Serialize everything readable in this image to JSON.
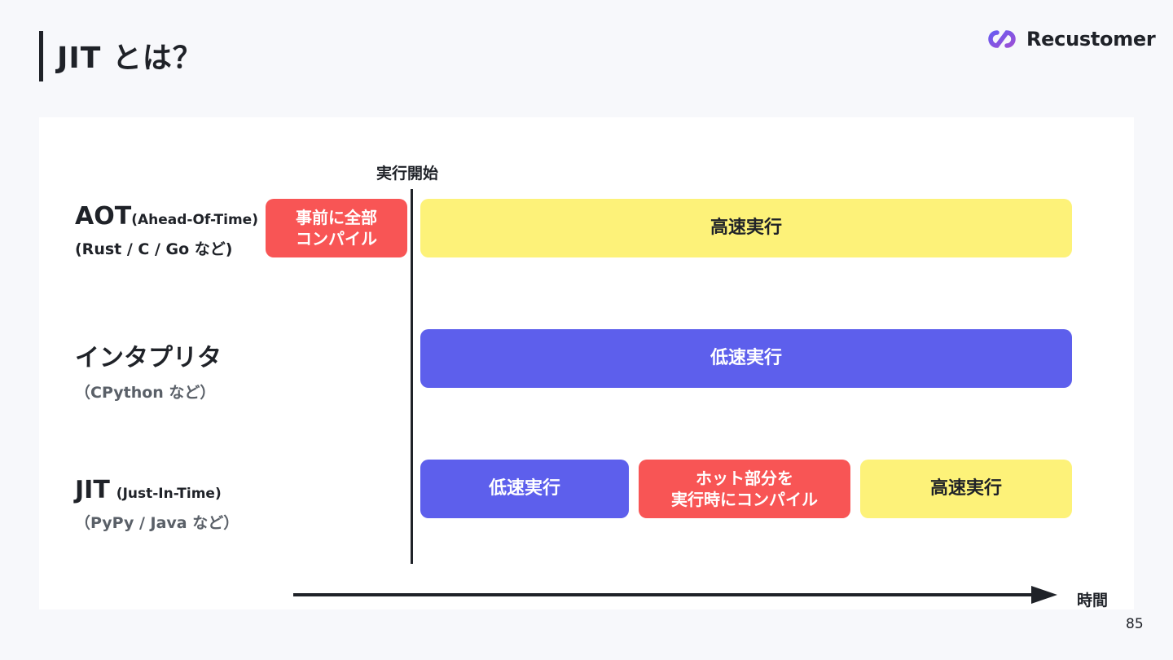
{
  "slide": {
    "title": "JIT とは？",
    "logo_text": "Recustomer",
    "page_number": "85"
  },
  "diagram": {
    "start_label": "実行開始",
    "time_label": "時間",
    "rows": [
      {
        "name": "AOT",
        "name_paren": "(Ahead-Of-Time)",
        "examples": "(Rust / C / Go など)",
        "boxes": [
          {
            "text_lines": [
              "事前に全部",
              "コンパイル"
            ],
            "color": "#f85555"
          },
          {
            "text_lines": [
              "高速実行"
            ],
            "color": "#fdf279"
          }
        ]
      },
      {
        "name": "インタプリタ",
        "examples": "（CPython など）",
        "boxes": [
          {
            "text_lines": [
              "低速実行"
            ],
            "color": "#5d5fec"
          }
        ]
      },
      {
        "name": "JIT",
        "name_paren": "(Just-In-Time)",
        "examples": "（PyPy / Java など）",
        "boxes": [
          {
            "text_lines": [
              "低速実行"
            ],
            "color": "#5d5fec"
          },
          {
            "text_lines": [
              "ホット部分を",
              "実行時にコンパイル"
            ],
            "color": "#f85555"
          },
          {
            "text_lines": [
              "高速実行"
            ],
            "color": "#fdf279"
          }
        ]
      }
    ]
  }
}
